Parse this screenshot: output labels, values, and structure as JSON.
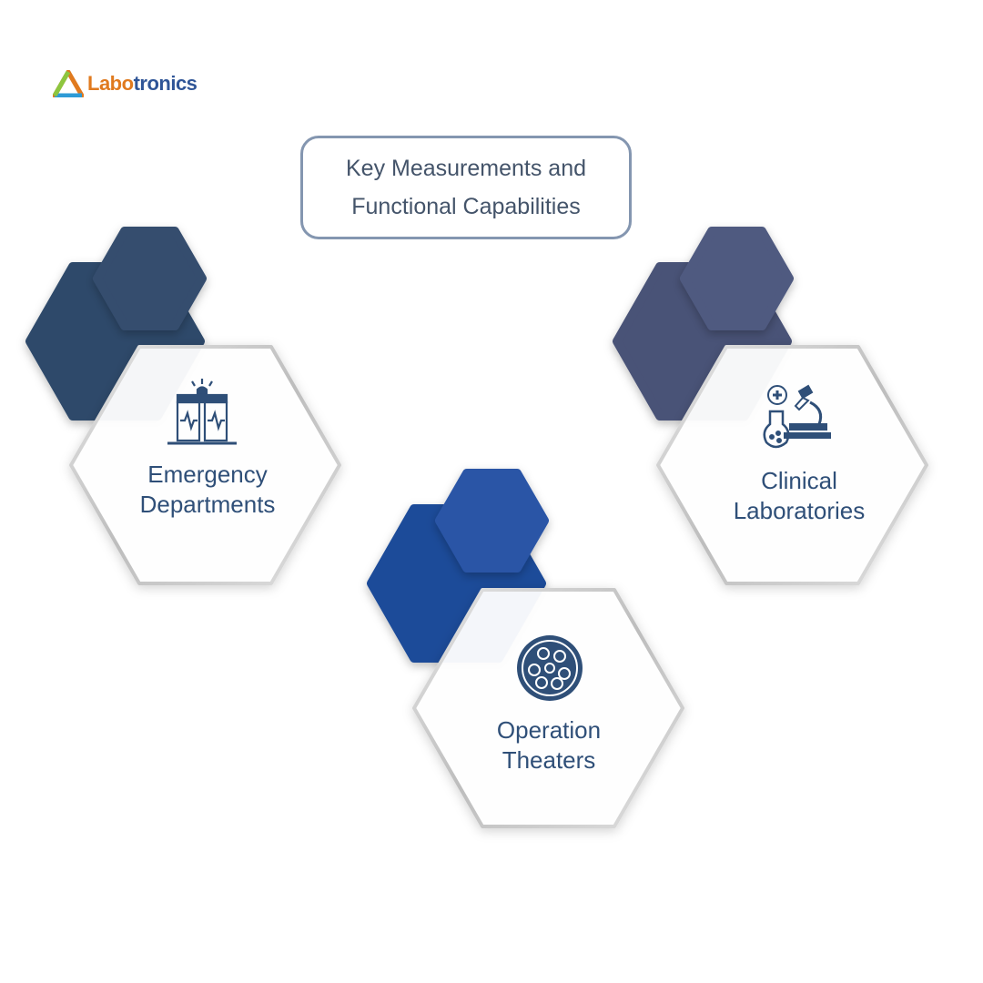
{
  "brand": {
    "name_part1": "Labo",
    "name_part2": "tronics"
  },
  "title": {
    "line1": "Key Measurements and",
    "line2": "Functional Capabilities"
  },
  "nodes": [
    {
      "id": "emergency",
      "line1": "Emergency",
      "line2": "Departments",
      "icon": "emergency-monitor-icon",
      "color": "#2e4a6b"
    },
    {
      "id": "operation",
      "line1": "Operation",
      "line2": "Theaters",
      "icon": "revolver-cylinder-icon",
      "color": "#1f4c99"
    },
    {
      "id": "clinical",
      "line1": "Clinical",
      "line2": "Laboratories",
      "icon": "microscope-flask-icon",
      "color": "#4a5277"
    }
  ]
}
